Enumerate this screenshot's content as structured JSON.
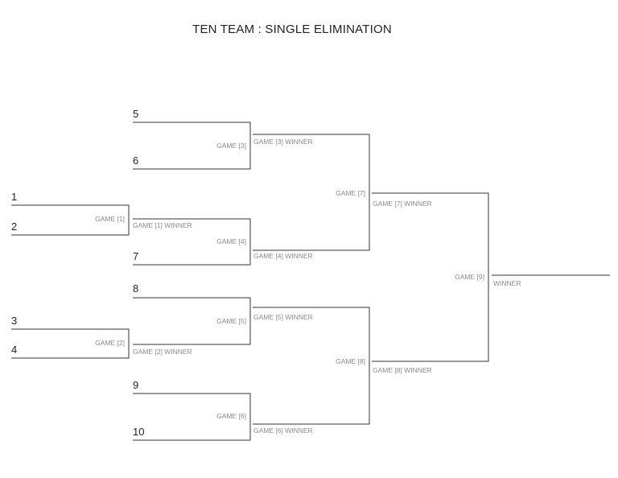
{
  "title": "TEN TEAM : SINGLE ELIMINATION",
  "seeds": {
    "s1": "1",
    "s2": "2",
    "s3": "3",
    "s4": "4",
    "s5": "5",
    "s6": "6",
    "s7": "7",
    "s8": "8",
    "s9": "9",
    "s10": "10"
  },
  "games": {
    "g1": "GAME [1]",
    "g2": "GAME [2]",
    "g3": "GAME [3]",
    "g4": "GAME [4]",
    "g5": "GAME [5]",
    "g6": "GAME [6]",
    "g7": "GAME [7]",
    "g8": "GAME [8]",
    "g9": "GAME [9]"
  },
  "winners": {
    "w1": "GAME [1] WINNER",
    "w2": "GAME [2] WINNER",
    "w3": "GAME [3] WINNER",
    "w4": "GAME [4] WINNER",
    "w5": "GAME [5] WINNER",
    "w6": "GAME [6] WINNER",
    "w7": "GAME [7] WINNER",
    "w8": "GAME [8] WINNER",
    "final": "WINNER"
  }
}
